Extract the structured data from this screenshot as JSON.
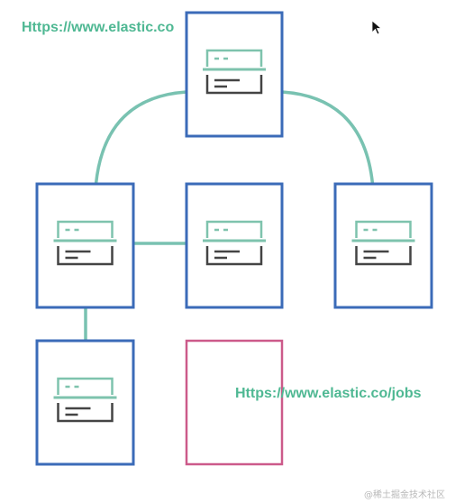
{
  "diagram": {
    "header_url": "Https://www.elastic.co",
    "jobs_url": "Https://www.elastic.co/jobs",
    "watermark": "@稀土掘金技术社区",
    "colors": {
      "node_border": "#3b6bb8",
      "node_pending_border": "#cc5a8a",
      "connector": "#79c2b1",
      "icon_tray": "#7ec3ad",
      "icon_drawer": "#444444",
      "url_text": "#4fb893"
    },
    "nodes": [
      {
        "id": "top",
        "state": "active",
        "icon": "server-stack-icon"
      },
      {
        "id": "middle-left",
        "state": "active",
        "icon": "server-stack-icon"
      },
      {
        "id": "middle-center",
        "state": "active",
        "icon": "server-stack-icon"
      },
      {
        "id": "middle-right",
        "state": "active",
        "icon": "server-stack-icon"
      },
      {
        "id": "bottom-left",
        "state": "active",
        "icon": "server-stack-icon"
      },
      {
        "id": "bottom-center",
        "state": "pending",
        "icon": ""
      }
    ],
    "edges": [
      {
        "from": "top",
        "to": "middle-left",
        "shape": "arc"
      },
      {
        "from": "top",
        "to": "middle-right",
        "shape": "arc"
      },
      {
        "from": "middle-left",
        "to": "middle-center",
        "shape": "line"
      },
      {
        "from": "middle-left",
        "to": "bottom-left",
        "shape": "line"
      }
    ]
  }
}
